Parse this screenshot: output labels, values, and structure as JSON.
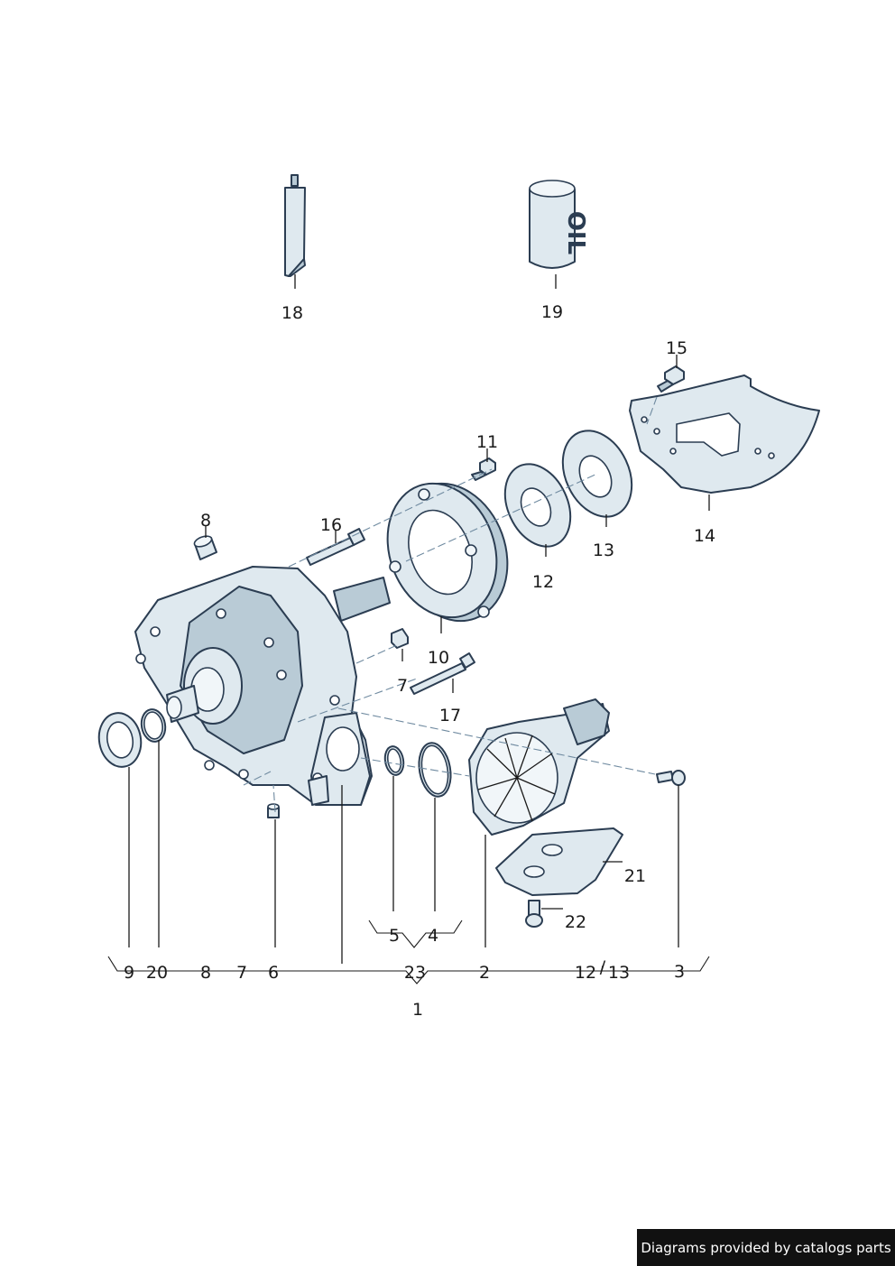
{
  "callouts": {
    "c18": "18",
    "c19": "19",
    "c15": "15",
    "c11": "11",
    "c8_top": "8",
    "c16": "16",
    "c14": "14",
    "c13": "13",
    "c12": "12",
    "c10": "10",
    "c7_mid": "7",
    "c17": "17",
    "c21": "21",
    "c22": "22",
    "c5": "5",
    "c4": "4"
  },
  "bottom_row": [
    "9",
    "20",
    "8",
    "7",
    "6",
    "23",
    "2",
    "12",
    "/",
    "13",
    "3"
  ],
  "assembly_label": "1",
  "footer": "Diagrams provided by catalogs parts",
  "colors": {
    "line": "#2b3d52",
    "fill": "#dfe9ef",
    "banner": "#111111"
  }
}
